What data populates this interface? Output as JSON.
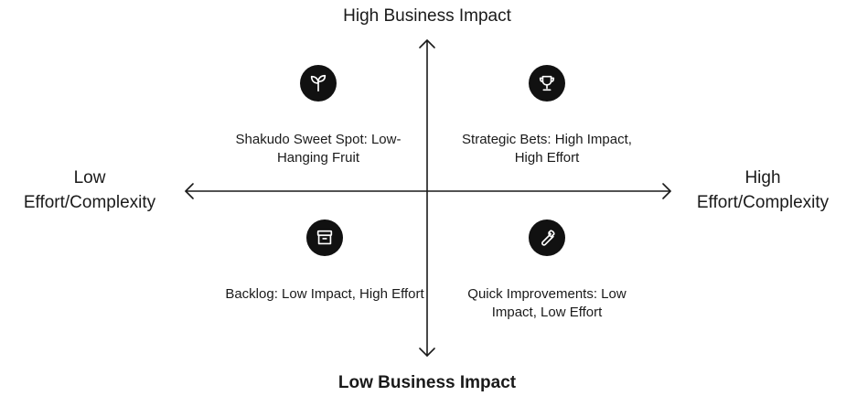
{
  "axes": {
    "top": "High Business Impact",
    "bottom": "Low Business Impact",
    "left_line1": "Low",
    "left_line2": "Effort/Complexity",
    "right_line1": "High",
    "right_line2": "Effort/Complexity"
  },
  "quadrants": [
    {
      "id": "top-left",
      "icon": "sprout-icon",
      "text": "Shakudo Sweet Spot: Low-Hanging Fruit"
    },
    {
      "id": "top-right",
      "icon": "trophy-icon",
      "text": "Strategic Bets: High Impact, High Effort"
    },
    {
      "id": "bottom-left",
      "icon": "archive-box-icon",
      "text": "Backlog: Low Impact, High Effort"
    },
    {
      "id": "bottom-right",
      "icon": "wrench-icon",
      "text": "Quick Improvements: Low Impact, Low Effort"
    }
  ],
  "colors": {
    "ink": "#1a1a1a",
    "badge": "#111111",
    "background": "#ffffff"
  }
}
